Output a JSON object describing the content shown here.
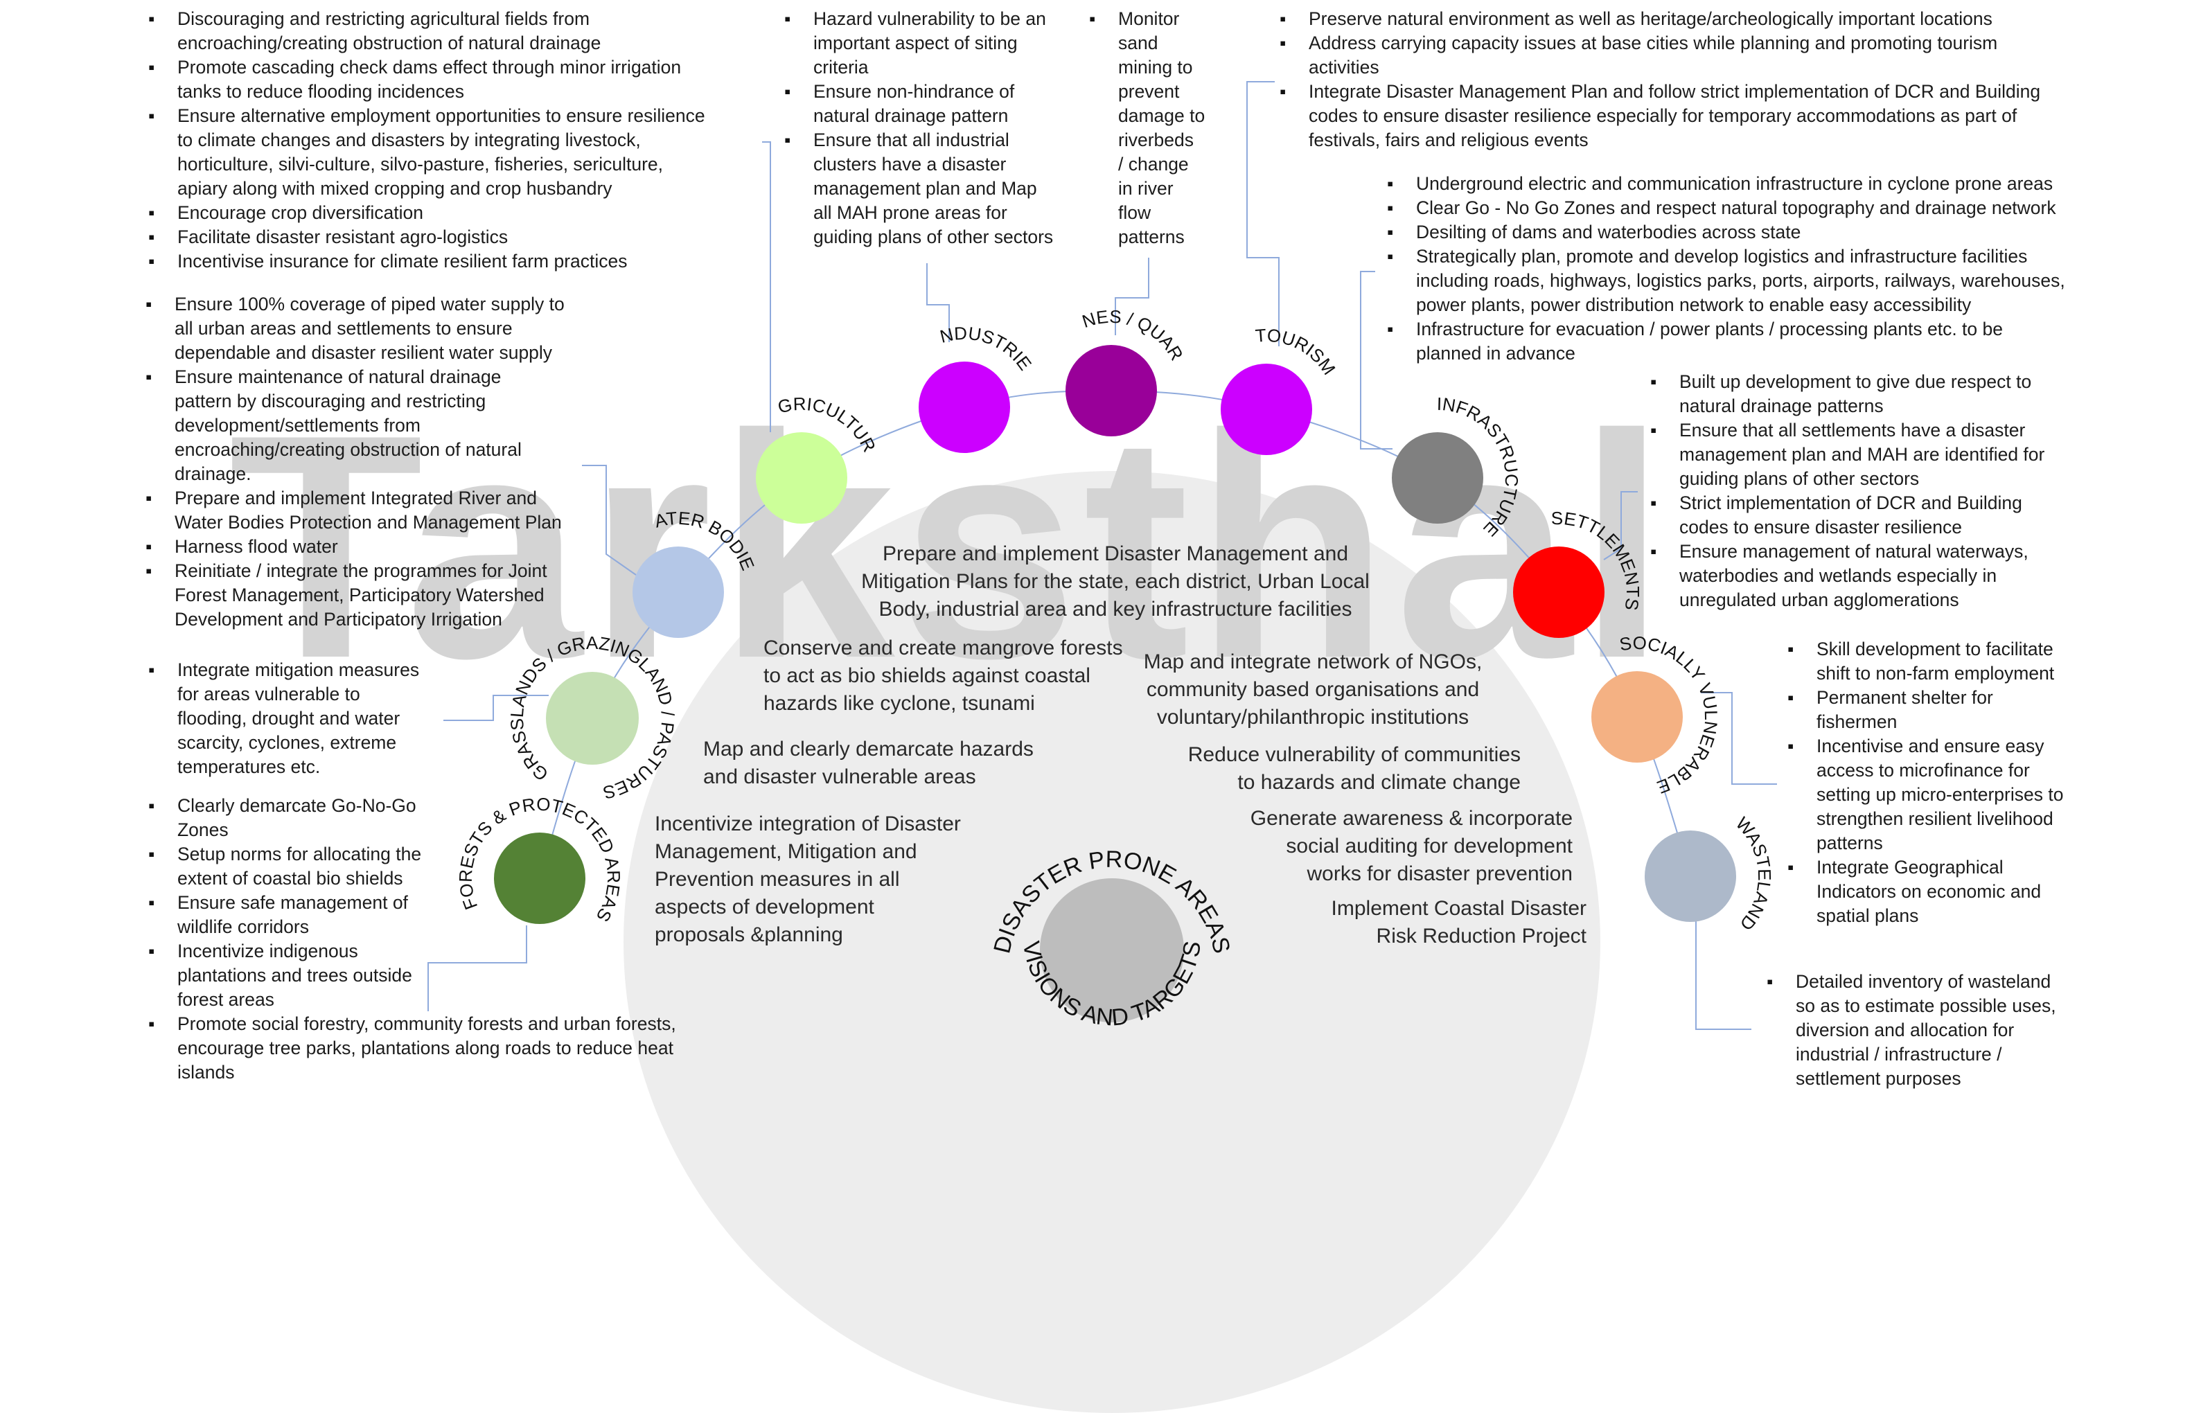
{
  "watermark": "Tarksthal",
  "hub": {
    "title": "DISASTER PRONE AREAS",
    "subtitle": "VISIONS AND TARGETS",
    "color": "#bdbdbd"
  },
  "nodes": [
    {
      "id": "forests",
      "label": "FORESTS & PROTECTED AREAS",
      "color": "#548235"
    },
    {
      "id": "grasslands",
      "label": "GRASSLANDS / GRAZINGLAND / PASTURES",
      "color": "#c5e0b4"
    },
    {
      "id": "waterbodies",
      "label": "WATER BODIES",
      "color": "#b4c7e7"
    },
    {
      "id": "agriculture",
      "label": "AGRICULTURE",
      "color": "#ccff99"
    },
    {
      "id": "industries",
      "label": "INDUSTRIES",
      "color": "#cc00ff"
    },
    {
      "id": "mines",
      "label": "MINES / QUARRY",
      "color": "#990099"
    },
    {
      "id": "tourism",
      "label": "TOURISM",
      "color": "#cc00ff"
    },
    {
      "id": "infrastructure",
      "label": "INFRASTRUCTURE",
      "color": "#808080"
    },
    {
      "id": "settlements",
      "label": "SETTLEMENTS",
      "color": "#ff0000"
    },
    {
      "id": "vulnerable",
      "label": "SOCIALLY VULNERABLE",
      "color": "#f4b183"
    },
    {
      "id": "wasteland",
      "label": "WASTELAND",
      "color": "#adb9ca"
    }
  ],
  "center": [
    "Prepare and implement Disaster Management and\nMitigation Plans for the state, each district, Urban Local\nBody, industrial area and key infrastructure facilities",
    "Conserve and create mangrove forests\nto act as bio shields against coastal\nhazards like cyclone, tsunami",
    "Map and integrate network of NGOs,\ncommunity based organisations and\nvoluntary/philanthropic institutions",
    "Map and clearly demarcate hazards\nand disaster vulnerable areas",
    "Reduce vulnerability of communities\nto hazards and climate change",
    "Incentivize integration of Disaster\nManagement, Mitigation and\nPrevention measures in all\naspects of development\nproposals &planning",
    "Generate awareness & incorporate\nsocial auditing for development\nworks for disaster prevention",
    "Implement Coastal Disaster\nRisk Reduction Project"
  ],
  "blocks": {
    "agriculture": [
      "Discouraging and restricting agricultural fields from\nencroaching/creating obstruction of natural drainage",
      "Promote cascading check dams effect through minor irrigation\ntanks to reduce flooding incidences",
      "Ensure alternative employment opportunities to ensure resilience\nto climate changes and disasters by integrating livestock,\nhorticulture, silvi-culture, silvo-pasture, fisheries, sericulture,\napiary along with mixed cropping and crop husbandry",
      "Encourage crop diversification",
      "Facilitate disaster resistant agro-logistics",
      "Incentivise insurance for climate resilient farm practices"
    ],
    "waterbodies": [
      "Ensure 100% coverage of piped water supply to\nall urban areas and settlements to ensure\ndependable and disaster resilient water supply",
      "Ensure maintenance of natural drainage\npattern by discouraging and restricting\ndevelopment/settlements from\nencroaching/creating obstruction of natural\ndrainage.",
      "Prepare and implement Integrated River and\nWater Bodies Protection and Management Plan",
      "Harness  flood water",
      "Reinitiate / integrate the programmes for Joint\nForest Management, Participatory Watershed\nDevelopment and Participatory Irrigation"
    ],
    "grasslands": [
      "Integrate mitigation measures\nfor areas vulnerable to\nflooding, drought and water\nscarcity, cyclones, extreme\ntemperatures etc."
    ],
    "forests": [
      "Clearly demarcate Go-No-Go\nZones",
      "Setup norms for allocating the\nextent of coastal bio shields",
      "Ensure safe management of\nwildlife corridors",
      "Incentivize indigenous\nplantations and trees outside\nforest areas",
      "Promote social forestry, community forests and urban forests,\nencourage tree parks, plantations along roads to reduce heat\nislands"
    ],
    "industries": [
      "Hazard vulnerability to be an\nimportant aspect of siting\ncriteria",
      "Ensure non-hindrance of\nnatural drainage pattern",
      "Ensure that all industrial\nclusters have a disaster\nmanagement plan and Map\nall MAH prone areas for\nguiding plans of other sectors"
    ],
    "mines": [
      "Monitor\nsand\nmining to\nprevent\ndamage to\nriverbeds\n/ change\nin river\nflow\npatterns"
    ],
    "tourism": [
      "Preserve natural environment as well as heritage/archeologically important locations",
      "Address carrying capacity issues at base cities while planning and promoting tourism\nactivities",
      "Integrate Disaster Management Plan and follow strict implementation of DCR and Building\ncodes to ensure disaster resilience especially for temporary accommodations as part of\nfestivals, fairs and religious events"
    ],
    "infrastructure": [
      "Underground electric and communication infrastructure in cyclone prone areas",
      "Clear Go - No Go Zones and respect natural topography and drainage network",
      "Desilting of dams and waterbodies across state",
      "Strategically plan, promote and develop logistics and infrastructure facilities\nincluding roads, highways, logistics parks, ports, airports, railways, warehouses,\npower plants, power distribution network to enable easy accessibility",
      "Infrastructure for evacuation / power plants / processing plants etc. to be\nplanned in advance"
    ],
    "settlements": [
      "Built up development to give due respect to\nnatural drainage patterns",
      "Ensure that all settlements have a disaster\nmanagement plan and MAH are identified for\nguiding plans of other sectors",
      "Strict implementation of DCR and Building\ncodes to ensure disaster resilience",
      "Ensure management of natural waterways,\nwaterbodies and wetlands especially in\nunregulated urban agglomerations"
    ],
    "vulnerable": [
      "Skill development to facilitate\nshift to non-farm employment",
      "Permanent shelter for\nfishermen",
      "Incentivise and ensure easy\naccess to microfinance for\nsetting up micro-enterprises to\nstrengthen resilient livelihood\npatterns",
      "Integrate Geographical\nIndicators on economic and\nspatial plans"
    ],
    "wasteland": [
      "Detailed inventory of wasteland\nso as to estimate possible uses,\ndiversion and allocation for\nindustrial / infrastructure /\nsettlement purposes"
    ]
  }
}
